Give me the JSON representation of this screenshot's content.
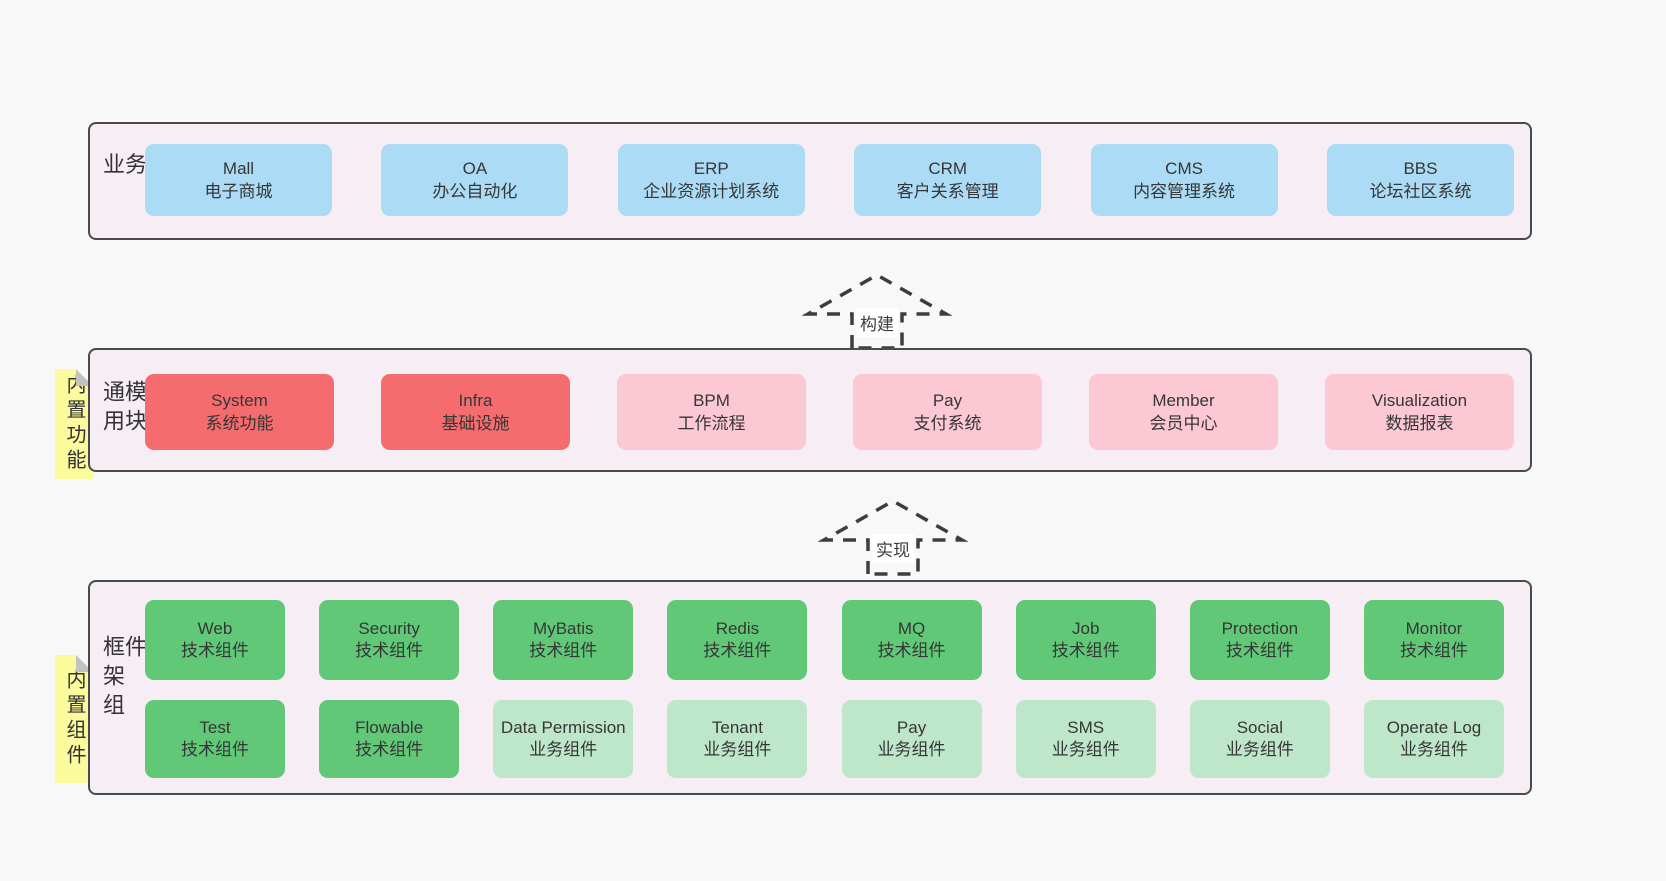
{
  "panels": {
    "business": {
      "label": "业务系统",
      "boxes": [
        {
          "title": "Mall",
          "subtitle": "电子商城"
        },
        {
          "title": "OA",
          "subtitle": "办公自动化"
        },
        {
          "title": "ERP",
          "subtitle": "企业资源计划系统"
        },
        {
          "title": "CRM",
          "subtitle": "客户关系管理"
        },
        {
          "title": "CMS",
          "subtitle": "内容管理系统"
        },
        {
          "title": "BBS",
          "subtitle": "论坛社区系统"
        }
      ]
    },
    "modules": {
      "label": "通用模块",
      "note": "内置功能",
      "boxes": [
        {
          "title": "System",
          "subtitle": "系统功能"
        },
        {
          "title": "Infra",
          "subtitle": "基础设施"
        },
        {
          "title": "BPM",
          "subtitle": "工作流程"
        },
        {
          "title": "Pay",
          "subtitle": "支付系统"
        },
        {
          "title": "Member",
          "subtitle": "会员中心"
        },
        {
          "title": "Visualization",
          "subtitle": "数据报表"
        }
      ]
    },
    "components": {
      "label": "框架组件",
      "note": "内置组件",
      "row1": [
        {
          "title": "Web",
          "subtitle": "技术组件"
        },
        {
          "title": "Security",
          "subtitle": "技术组件"
        },
        {
          "title": "MyBatis",
          "subtitle": "技术组件"
        },
        {
          "title": "Redis",
          "subtitle": "技术组件"
        },
        {
          "title": "MQ",
          "subtitle": "技术组件"
        },
        {
          "title": "Job",
          "subtitle": "技术组件"
        },
        {
          "title": "Protection",
          "subtitle": "技术组件"
        },
        {
          "title": "Monitor",
          "subtitle": "技术组件"
        }
      ],
      "row2": [
        {
          "title": "Test",
          "subtitle": "技术组件"
        },
        {
          "title": "Flowable",
          "subtitle": "技术组件"
        },
        {
          "title": "Data Permission",
          "subtitle": "业务组件"
        },
        {
          "title": "Tenant",
          "subtitle": "业务组件"
        },
        {
          "title": "Pay",
          "subtitle": "业务组件"
        },
        {
          "title": "SMS",
          "subtitle": "业务组件"
        },
        {
          "title": "Social",
          "subtitle": "业务组件"
        },
        {
          "title": "Operate Log",
          "subtitle": "业务组件"
        }
      ]
    }
  },
  "arrows": {
    "build": "构建",
    "implement": "实现"
  },
  "colors": {
    "page_bg": "#f8f8f8",
    "panel_bg": "#f7edf5",
    "panel_border": "#4a4a4a",
    "blue_box": "#abdbf5",
    "red_box": "#f56c6f",
    "pink_box": "#fbc8d3",
    "green_dark_box": "#61c878",
    "green_light_box": "#bee7c9",
    "note_bg": "#fbfb9e"
  }
}
